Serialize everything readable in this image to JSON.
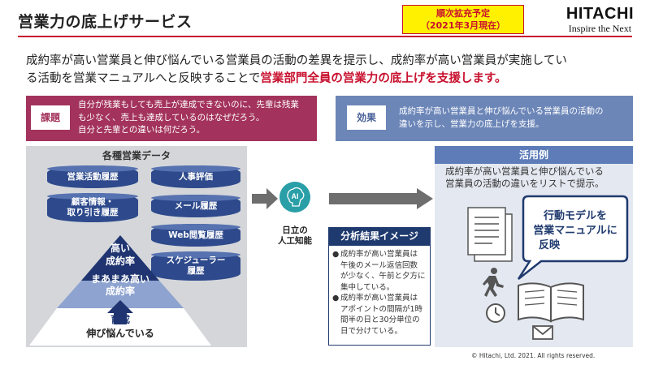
{
  "header": {
    "title": "営業力の底上げサービス",
    "notice_line1": "順次拡充予定",
    "notice_line2": "（2021年3月現在）",
    "logo_brand": "HITACHI",
    "logo_tagline": "Inspire the Next"
  },
  "lead": {
    "line1": "成約率が高い営業員と伸び悩んでいる営業員の活動の差異を提示し、成約率が高い営業員が実施してい",
    "line2_plain": "る活動を営業マニュアルへと反映することで",
    "line2_emphasis": "営業部門全員の営業力の底上げを支援します。"
  },
  "issue": {
    "label": "課題",
    "text1": "自分が残業もしても売上が達成できないのに、先輩は残業",
    "text2": "も少なく、売上も達成しているのはなぜだろう。",
    "text3": "自分と先輩との違いは何だろう。"
  },
  "effect": {
    "label": "効果",
    "text1": "成約率が高い営業員と伸び悩んでいる営業員の活動の",
    "text2": "違いを示し、営業力の底上げを支援。"
  },
  "sales_data": {
    "title": "各種営業データ",
    "activity_history": "営業活動履歴",
    "customer_info_1": "顧客情報・",
    "customer_info_2": "取り引き履歴",
    "hr_eval": "人事評価",
    "mail_history": "メール履歴",
    "web_history": "Web閲覧履歴",
    "schedule_1": "スケジューラー",
    "schedule_2": "履歴",
    "tier_high_1": "高い",
    "tier_high_2": "成約率",
    "tier_mid_1": "まあまあ高い",
    "tier_mid_2": "成約率",
    "tier_low_1": "育成",
    "tier_low_2": "伸び悩んでいる"
  },
  "ai": {
    "icon_text": "AI",
    "label1": "日立の",
    "label2": "人工知能"
  },
  "result": {
    "title": "分析結果イメージ",
    "item1_l1": "成約率が高い営業員は",
    "item1_l2": "午後のメール返信回数",
    "item1_l3": "が少なく、午前と夕方に",
    "item1_l4": "集中している。",
    "item2_l1": "成約率が高い営業員は",
    "item2_l2": "アポイントの間隔が1時",
    "item2_l3": "間半の日と30分単位の",
    "item2_l4": "日で分けている。"
  },
  "usage": {
    "title": "活用例",
    "text1": "成約率が高い営業員と伸び悩んでいる",
    "text2": "営業員の活動の違いをリストで提示。",
    "bubble1": "行動モデルを",
    "bubble2": "営業マニュアルに",
    "bubble3": "反映"
  },
  "footer": {
    "copyright": "© Hitachi, Ltd. 2021. All rights reserved."
  },
  "colors": {
    "accent_red": "#c8102e",
    "issue_bg": "#a3335c",
    "effect_bg": "#6c86b8",
    "db_blue": "#2e4a8c",
    "ai_teal": "#2a9fa7",
    "result_navy": "#1f3a6e"
  },
  "icons": [
    "ai-brain-icon",
    "document-list-icon",
    "walking-person-icon",
    "clock-icon",
    "mail-icon",
    "open-book-icon",
    "up-arrow-icon",
    "right-arrow-icon"
  ]
}
